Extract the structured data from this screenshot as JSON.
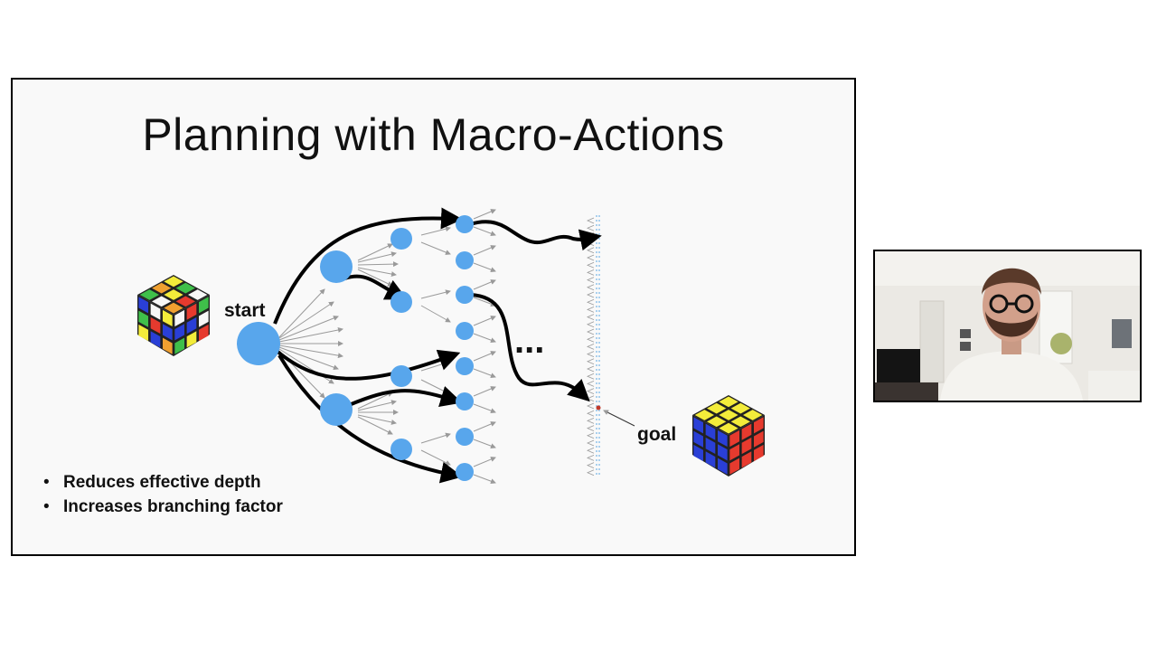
{
  "slide": {
    "title": "Planning with Macro-Actions",
    "start_label": "start",
    "goal_label": "goal",
    "ellipsis": "...",
    "bullets": [
      "Reduces effective depth",
      "Increases branching factor"
    ]
  },
  "colors": {
    "node": "#58a6ec",
    "arrow": "#000000",
    "thin_arrow": "#9a9a9a",
    "goal_dot": "#c0392b",
    "goal_line": "#8fc3ea"
  },
  "icons": {
    "scrambled_cube": "scrambled-rubiks-cube-icon",
    "solved_cube": "solved-rubiks-cube-icon"
  },
  "webcam": {
    "description_icon": "presenter-video-feed"
  }
}
